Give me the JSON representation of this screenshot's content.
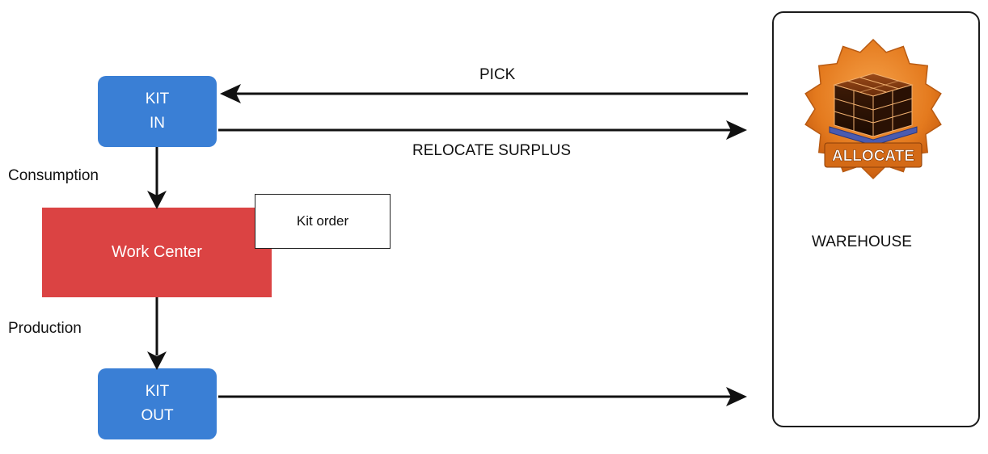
{
  "kit_in": {
    "line1": "KIT",
    "line2": "IN"
  },
  "kit_out": {
    "line1": "KIT",
    "line2": "OUT"
  },
  "work_center": {
    "label": "Work Center"
  },
  "kit_order": {
    "label": "Kit order"
  },
  "edges": {
    "pick": "PICK",
    "relocate_surplus": "RELOCATE SURPLUS",
    "consumption": "Consumption",
    "production": "Production"
  },
  "warehouse": {
    "label": "WAREHOUSE",
    "logo_text": "ALLOCATE",
    "logo_icon": "pallet-boxes-icon"
  },
  "colors": {
    "kit_blue": "#3a7fd5",
    "work_center_red": "#db4343",
    "badge_orange": "#e87d22",
    "arrow": "#111111"
  }
}
